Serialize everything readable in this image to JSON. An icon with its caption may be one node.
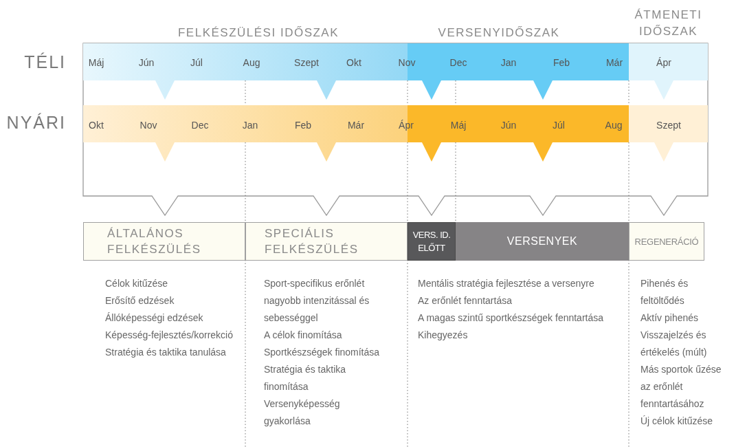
{
  "diagram": {
    "nodes": [
      {
        "text": [
          "ÁLTALÁNOS FELKÉSZÜLÉS"
        ]
      },
      {
        "text": [
          "SPECIÁLIS FELKÉSZÜLÉS"
        ]
      },
      {
        "text": [
          "VERS. ID. ELŐTT"
        ]
      },
      {
        "text": [
          "VERSENYEK"
        ]
      },
      {
        "text": [
          "REGENERÁCIÓ"
        ]
      }
    ],
    "labels": [
      "FELKÉSZÜLÉSI IDŐSZAK",
      "VERSENYIDŐSZAK",
      "ÁTMENETI IDŐSZAK",
      "TÉLI",
      "NYÁRI",
      "Máj",
      "Jún",
      "Júl",
      "Aug",
      "Szept",
      "Okt",
      "Nov",
      "Dec",
      "Jan",
      "Feb",
      "Már",
      "Ápr",
      "Okt",
      "Nov",
      "Dec",
      "Jan",
      "Feb",
      "Már",
      "Ápr",
      "Máj",
      "Jún",
      "Júl",
      "Aug",
      "Szept",
      "Célok kitűzése",
      "Erősítő edzések",
      "Állóképességi edzések",
      "Képesség-fejlesztés/korrekció",
      "Stratégia és taktika tanulása",
      "Sport-specifikus erőnlét nagyobb intenzitással és sebességgel",
      "A célok finomítása",
      "Sportkészségek finomítása",
      "Stratégia és taktika finomítása",
      "Versenyképesség gyakorlása",
      "Mentális stratégia fejlesztése a versenyre",
      "Az erőnlét fenntartása",
      "A magas szintű sportkészségek fenntartása",
      "Kihegyezés",
      "Pihenés és feltöltődés",
      "Aktív pihenés",
      "Visszajelzés és értékelés (múlt)",
      "Más sportok űzése az erőnlét fenntartásához",
      "Új célok kitűzése"
    ]
  }
}
